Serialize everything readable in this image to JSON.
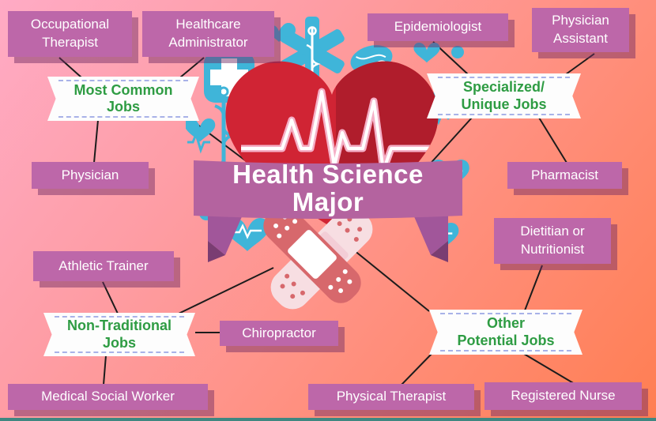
{
  "title": {
    "line1": "Health Science",
    "line2": "Major"
  },
  "categories": {
    "most_common": {
      "line1": "Most Common",
      "line2": "Jobs"
    },
    "specialized": {
      "line1": "Specialized/",
      "line2": "Unique Jobs"
    },
    "non_traditional": {
      "line1": "Non-Traditional",
      "line2": "Jobs"
    },
    "other": {
      "line1": "Other",
      "line2": "Potential Jobs"
    }
  },
  "jobs": {
    "occupational_therapist": "Occupational Therapist",
    "healthcare_administrator": "Healthcare Administrator",
    "physician": "Physician",
    "epidemiologist": "Epidemiologist",
    "physician_assistant": "Physician Assistant",
    "pharmacist": "Pharmacist",
    "athletic_trainer": "Athletic Trainer",
    "chiropractor": "Chiropractor",
    "medical_social_worker": "Medical Social Worker",
    "dietitian_or_nutritionist": "Dietitian or Nutritionist",
    "physical_therapist": "Physical Therapist",
    "registered_nurse": "Registered Nurse"
  },
  "colors": {
    "background_top_left": "#ffabc5",
    "background_bottom_right": "#ff7e52",
    "job_box": "#bd67a9",
    "job_box_shadow": "#8f4f7f",
    "job_text": "#ffffff",
    "category_text": "#2e9c43",
    "category_dash": "#a8b2e8",
    "connector_line": "#1c1c1c",
    "heart_red": "#d02434",
    "heart_red_dark": "#b01d2c",
    "icon_blue": "#3fb5d9",
    "ribbon_purple": "#b4639f",
    "ribbon_fold": "#7a3d72",
    "bandage_rose": "#d7686c",
    "bandage_light": "#f7dee2",
    "bottom_strip": "#3f8781"
  }
}
